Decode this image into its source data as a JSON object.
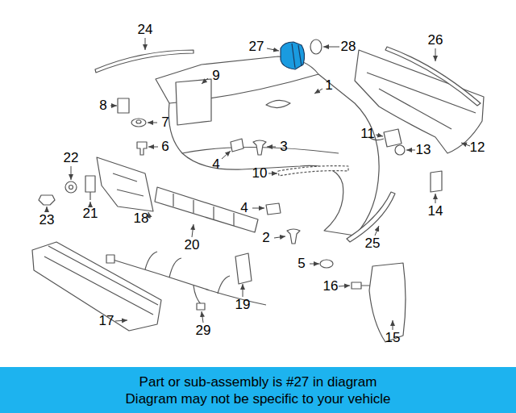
{
  "diagram": {
    "nodes": [
      {
        "text": [
          "Part or sub-assembly is #27 in diagram",
          "Diagram may not be specific to your vehicle"
        ]
      }
    ],
    "labels": [
      "27",
      "24",
      "28",
      "26",
      "9",
      "1",
      "8",
      "7",
      "11",
      "6",
      "3",
      "13",
      "12",
      "4",
      "22",
      "10",
      "21",
      "23",
      "18",
      "4",
      "14",
      "20",
      "2",
      "5",
      "25",
      "16",
      "19",
      "17",
      "29",
      "15"
    ]
  }
}
